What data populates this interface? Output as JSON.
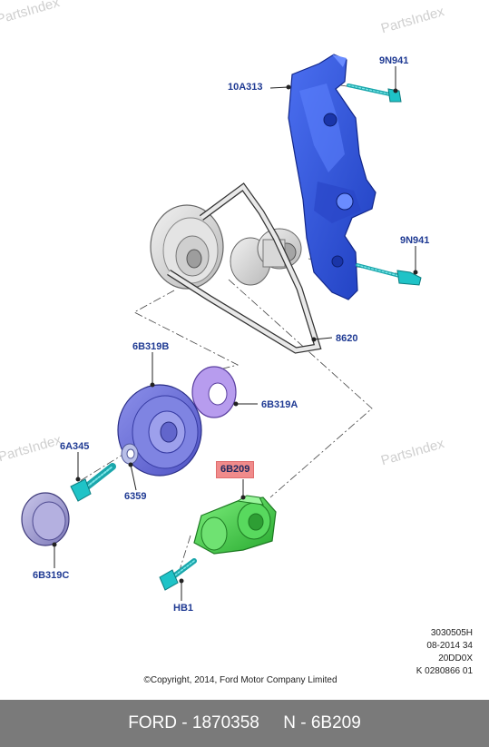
{
  "watermark": "PartsIndex",
  "callouts": {
    "c_10A313": "10A313",
    "c_9N941_top": "9N941",
    "c_9N941_mid": "9N941",
    "c_8620": "8620",
    "c_6B319B": "6B319B",
    "c_6B319A": "6B319A",
    "c_6A345": "6A345",
    "c_6359": "6359",
    "c_6B209": "6B209",
    "c_6B319C": "6B319C",
    "c_HB1": "HB1"
  },
  "meta": {
    "line1": "3030505H",
    "line2": "08-2014 34",
    "line3": "20DD0X",
    "line4": "K 0280866 01"
  },
  "copyright": "©Copyright, 2014, Ford Motor Company Limited",
  "footer": "FORD - 1870358     N - 6B209",
  "colors": {
    "bracket": "#3b5bd6",
    "tensioner": "#3ec94a",
    "pulley": "#6a6fd8",
    "spacer": "#9b6ad8",
    "bolt": "#1fc3c7",
    "callout_text": "#1f3a93",
    "highlight": "#f08b8b"
  },
  "icons": [
    "mounting-bracket-icon",
    "bolt-icon",
    "idler-pulley-icon",
    "drive-belt-icon",
    "crankshaft-pulley-icon",
    "spacer-icon",
    "washer-icon",
    "tensioner-icon"
  ]
}
